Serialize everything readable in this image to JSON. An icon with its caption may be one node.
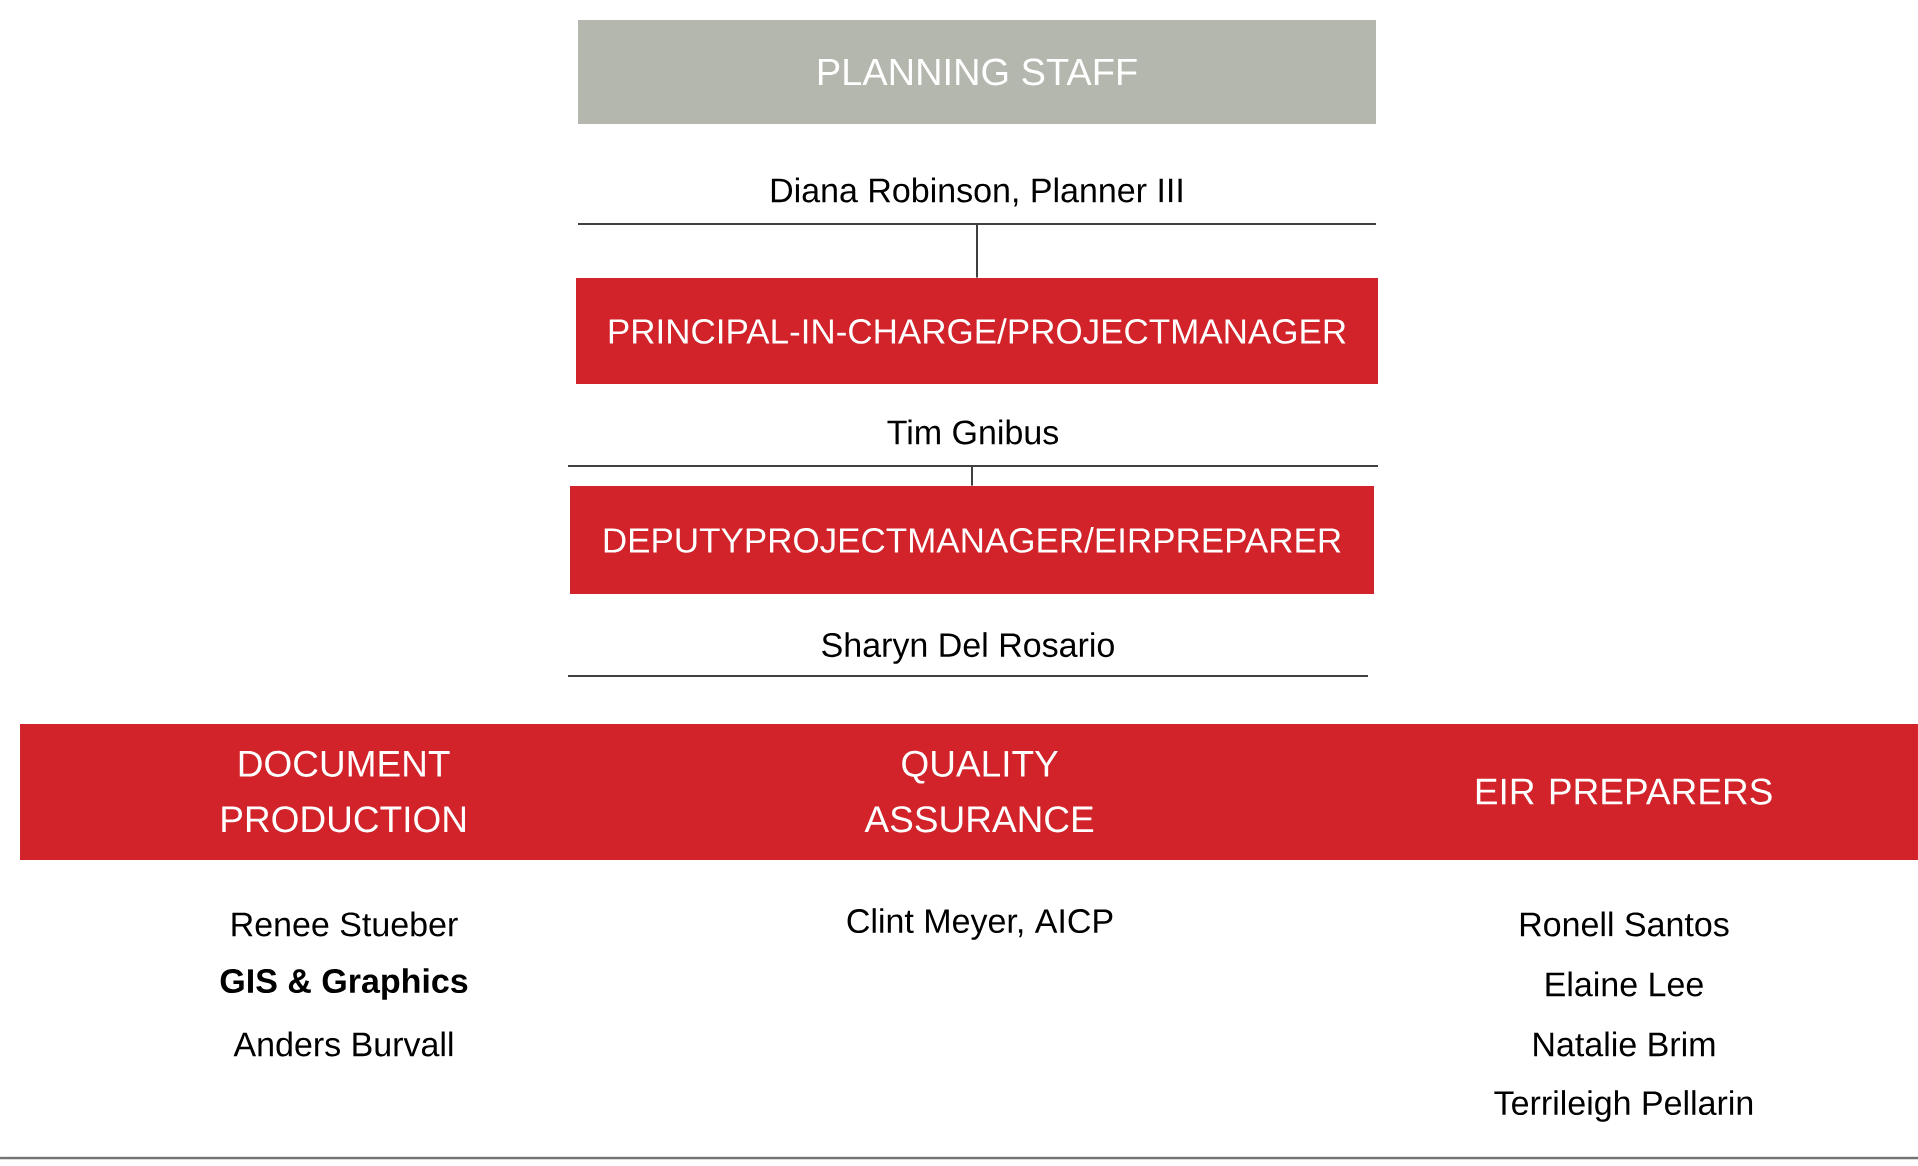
{
  "diagram": {
    "nodes": [
      {
        "text": [
          "PLANNING STAFF"
        ],
        "beside": [
          "Diana Robinson, Planner III"
        ]
      },
      {
        "text": [
          "PRINCIPAL-IN-CHARGE/PROJECTMANAGER"
        ],
        "beside": [
          "Tim Gnibus"
        ]
      },
      {
        "text": [
          "DEPUTYPROJECTMANAGER/EIRPREPARER"
        ],
        "beside": [
          "Sharyn Del Rosario"
        ]
      },
      {
        "text": [],
        "shape": "bar"
      },
      {
        "text": [
          "DOCUMENT PRODUCTION"
        ],
        "in": 3,
        "beside": [
          "Renee Stueber",
          "Anders Burvall"
        ]
      },
      {
        "text": [
          "QUALITY ASSURANCE"
        ],
        "in": 3,
        "beside": [
          "Clint Meyer, AICP"
        ]
      },
      {
        "text": [
          "EIR PREPARERS"
        ],
        "in": 3,
        "beside": [
          "Ronell Santos",
          "Elaine Lee",
          "Natalie Brim",
          "Terrileigh Pellarin"
        ]
      }
    ],
    "edges": [
      {
        "from": 0,
        "to": 1,
        "arrow": "none"
      },
      {
        "from": 1,
        "to": 2,
        "arrow": "none"
      }
    ],
    "labels": [
      "GIS & Graphics"
    ]
  }
}
